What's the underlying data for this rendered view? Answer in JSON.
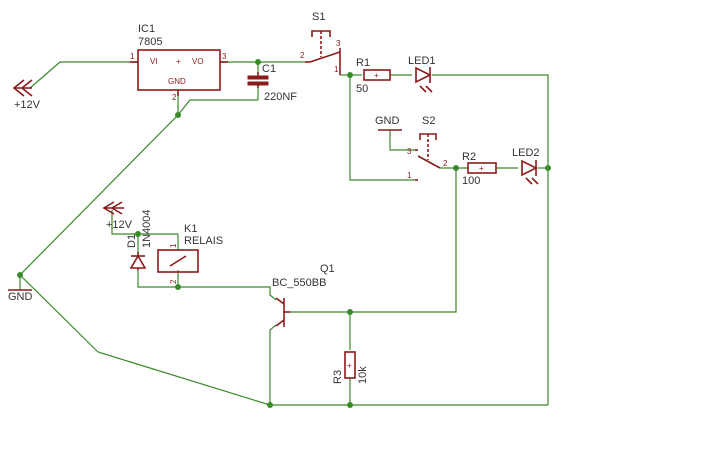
{
  "colors": {
    "wire": "#3a8a2a",
    "part": "#8b1a1a",
    "text": "#333333",
    "background": "#ffffff"
  },
  "components": {
    "ic1": {
      "name": "IC1",
      "value": "7805",
      "pin_vi": "VI",
      "pin_vo": "VO",
      "pin_gnd": "GND",
      "pin1": "1",
      "pin2": "2",
      "pin3": "3"
    },
    "c1": {
      "name": "C1",
      "value": "220NF"
    },
    "s1": {
      "name": "S1",
      "pin1": "1",
      "pin2": "2",
      "pin3": "3"
    },
    "r1": {
      "name": "R1",
      "value": "50"
    },
    "led1": {
      "name": "LED1"
    },
    "s2": {
      "name": "S2",
      "pin1": "1",
      "pin2": "2",
      "pin3": "3"
    },
    "r2": {
      "name": "R2",
      "value": "100"
    },
    "led2": {
      "name": "LED2"
    },
    "k1": {
      "name": "K1",
      "value": "RELAIS",
      "pin1": "1",
      "pin2": "2"
    },
    "d1": {
      "name": "D1",
      "value": "1N4004"
    },
    "q1": {
      "name": "Q1",
      "value": "BC_550BB"
    },
    "r3": {
      "name": "R3",
      "value": "10k"
    }
  },
  "supplies": {
    "vplus_main": "+12V",
    "vplus_relay": "+12V",
    "gnd_left": "GND",
    "gnd_s2": "GND"
  }
}
